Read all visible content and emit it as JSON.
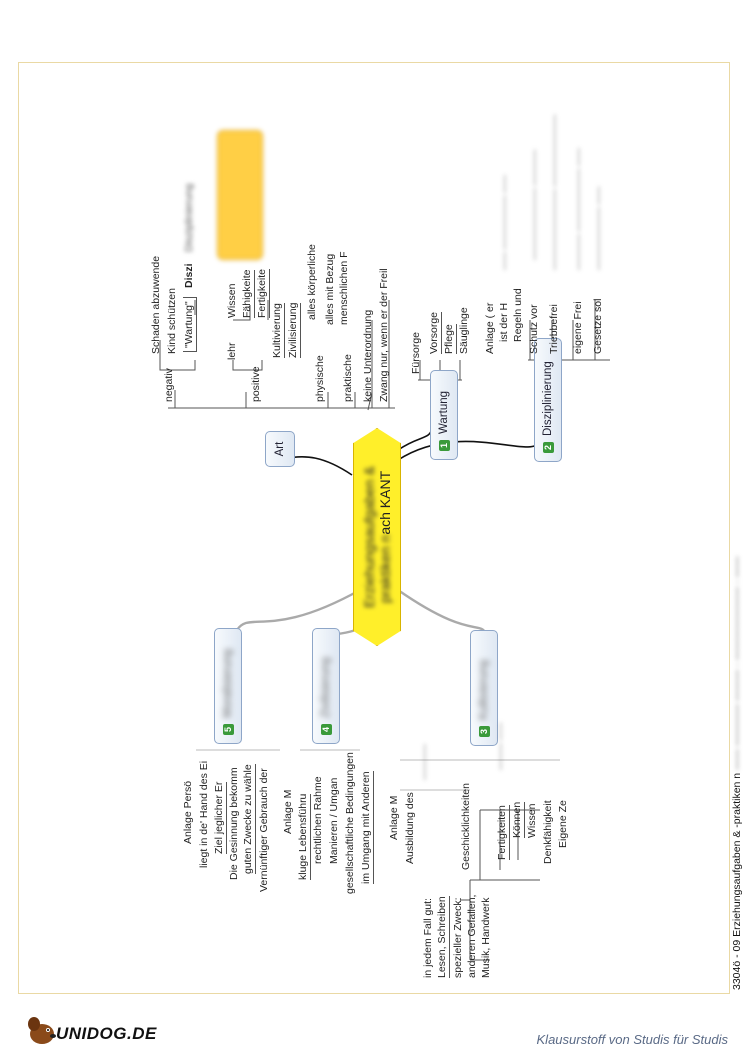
{
  "central": {
    "line1_blurred": "Erziehungsaufgaben &",
    "line1_visible": "aufgaben &",
    "line2_blurred": "praktiken n",
    "line2_visible": "ach KANT"
  },
  "branches": {
    "art": {
      "label": "Art",
      "negativ": "negativ",
      "schaden": "Schaden abzuwende",
      "kind_schuetzen": "Kind schützen",
      "wartung_quote": "\"Wartung\"",
      "diszi_blur": "Disziplinierung",
      "diszi_short": "Diszi",
      "positive": "positive",
      "lehr": "lehr",
      "wissen": "Wissen",
      "faehigkeiten": "Fähigkeite",
      "fertigkeiten": "Fertigkeite",
      "kultivierung": "Kultivierung",
      "zivilisierung": "Zivilisierung",
      "physische": "physische",
      "alles_koerperliche": "alles körperliche",
      "praktische": "praktische",
      "alles_mit_bezug": "alles mit Bezug",
      "menschlichen": "menschlichen F",
      "keine_unterordnung": "keine Unterordnung",
      "zwang": "Zwang nur, wenn er der Freil"
    },
    "wartung": {
      "number": "1",
      "label": "Wartung",
      "fuersorge": "Fürsorge",
      "vorsorge": "Vorsorge",
      "pflege": "Pflege",
      "saeuglinge": "Säuglinge"
    },
    "disziplinierung": {
      "number": "2",
      "label": "Disziplinierung",
      "anlage": "Anlage ( er",
      "ist_der": "ist der H",
      "regeln_und": "Regeln und",
      "schutz_vor": "Schutz vor",
      "triebbefrei": "Triebbefrei",
      "eigene_frei": "eigene Frei",
      "gesetze_sol": "Gesetze sol"
    },
    "moralisierung": {
      "number": "5",
      "label": "Moralisierung",
      "anlage_person": "Anlage Persö",
      "liegt": "liegt in de' Hand des Ei",
      "ziel": "Ziel jeglicher Er",
      "gesinnung": "Die Gesinnung bekomm",
      "guten_zwecke": "guten Zwecke zu wähle",
      "vernuenftiger": "Vernünftiger Gebrauch der"
    },
    "zivilisierung": {
      "number": "4",
      "label": "Zivilisierung",
      "anlage_m": "Anlage M",
      "kluge": "kluge Lebensführu",
      "rechtlichen": "rechtlichen Rahme",
      "manieren": "Manieren / Umgan",
      "gesellschaftliche": "gesellschaftliche Bedingungen",
      "umgang": "im Umgang mit Anderen"
    },
    "kultivierung": {
      "number": "3",
      "label": "Kultivierung",
      "anlage_m": "Anlage M",
      "ausbildung": "Ausbildung des",
      "geschicklichkeiten": "Geschicklichkeiten",
      "fertigkeiten": "Fertigkeiten",
      "koennen": "Können",
      "wissen": "Wissen",
      "denkfaehigkeit": "Denkfähigkeit",
      "eigene_ze": "Eigene Ze",
      "in_jedem_fall": "in jedem Fall gut:",
      "lesen": "Lesen, Schreiben",
      "spezieller": "spezieller Zweck:",
      "anderen": "anderen Gefallen,",
      "musik": "Musik, Handwerk"
    }
  },
  "footer": {
    "logo": "UNIDOG.DE",
    "tagline": "Klausurstoff von Studis für Studis",
    "side_visible": "3304ö - 09 Erziehungsaufgaben & -praktiken n"
  }
}
